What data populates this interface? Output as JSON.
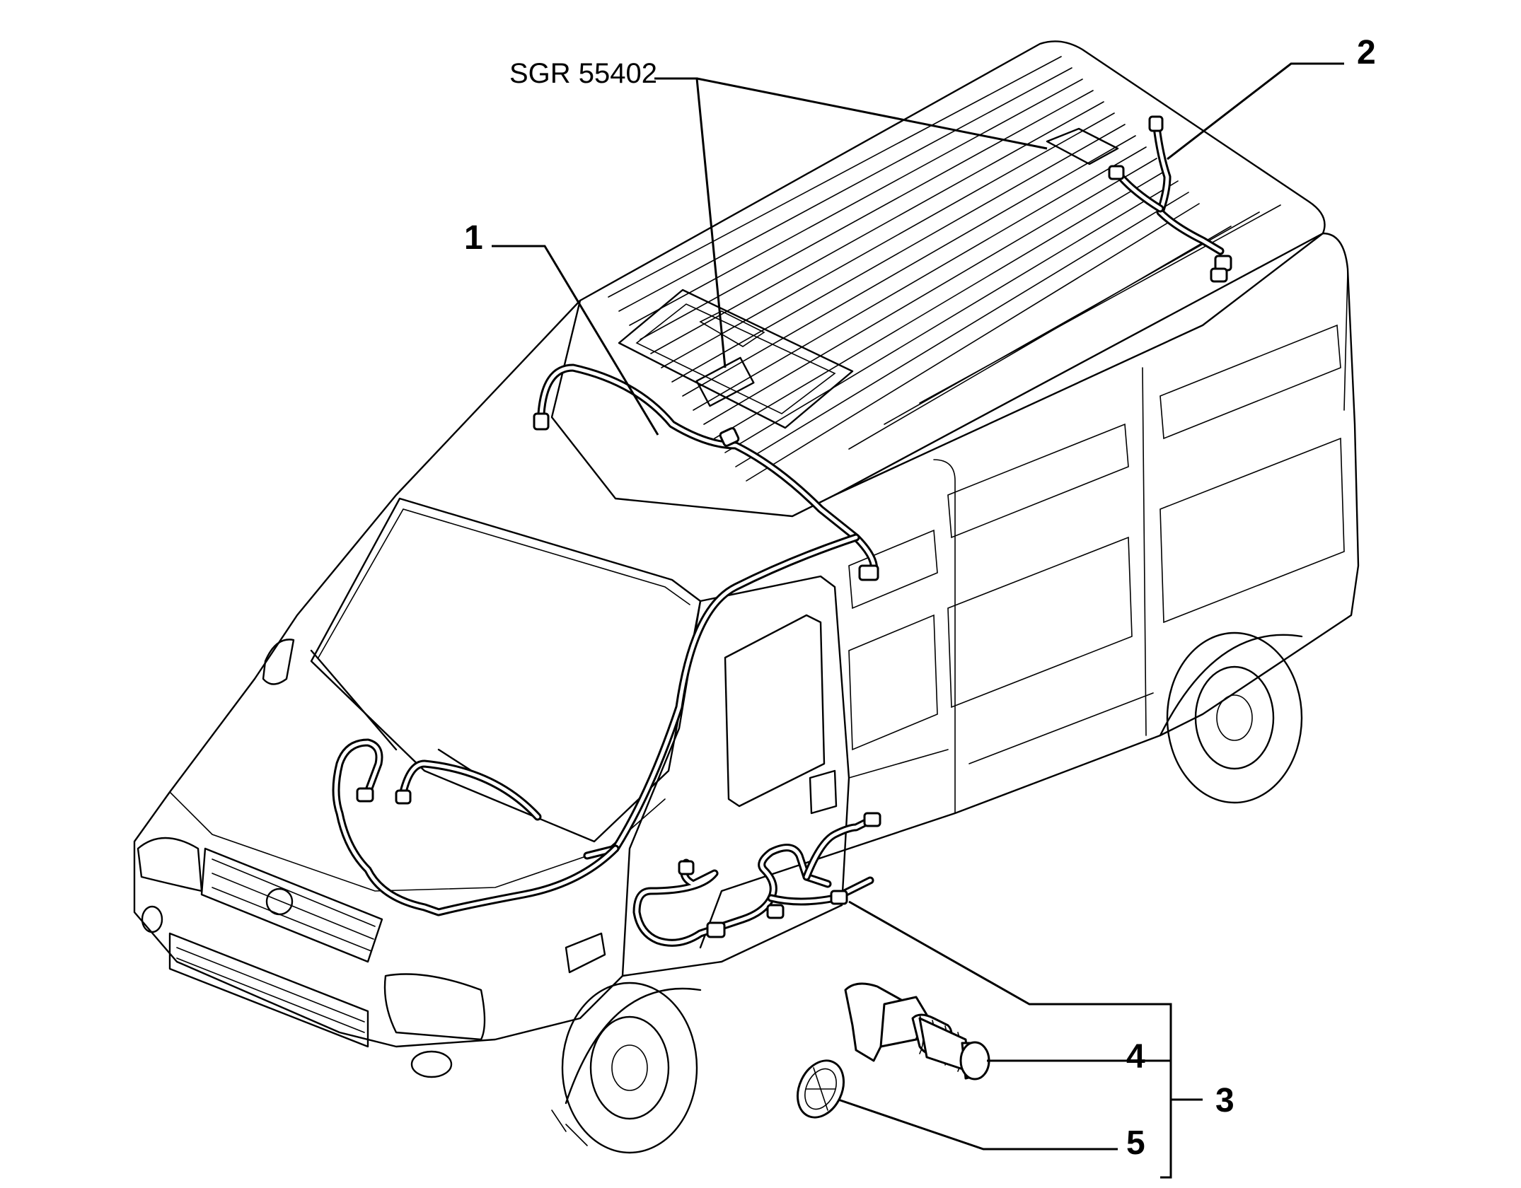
{
  "figure": {
    "reference_label": "SGR 55402",
    "callouts": {
      "c1": "1",
      "c2": "2",
      "c3": "3",
      "c4": "4",
      "c5": "5"
    }
  },
  "parts": [
    {
      "callout": "1",
      "depicts": "roof front wiring harness"
    },
    {
      "callout": "2",
      "depicts": "roof rear wiring harness"
    },
    {
      "callout": "3",
      "depicts": "cab and dashboard wiring harness set"
    },
    {
      "callout": "4",
      "depicts": "grommet connector"
    },
    {
      "callout": "5",
      "depicts": "sealing cap"
    }
  ],
  "colors": {
    "line": "#000000",
    "background": "#ffffff"
  }
}
